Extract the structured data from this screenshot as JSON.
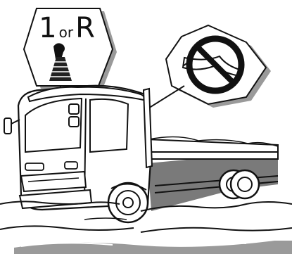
{
  "gear_callout": {
    "first_gear": "1",
    "separator": "or",
    "reverse_gear": "R"
  },
  "colors": {
    "ink": "#111111",
    "shadow": "#9a9a9a",
    "shadow_dark": "#7a7a7a",
    "prohibition_red": "#111111",
    "fill": "#ffffff"
  },
  "icons": [
    "gear-shift-lever-icon",
    "no-parking-brake-icon",
    "flatbed-truck-illustration",
    "snow-ground-illustration"
  ]
}
